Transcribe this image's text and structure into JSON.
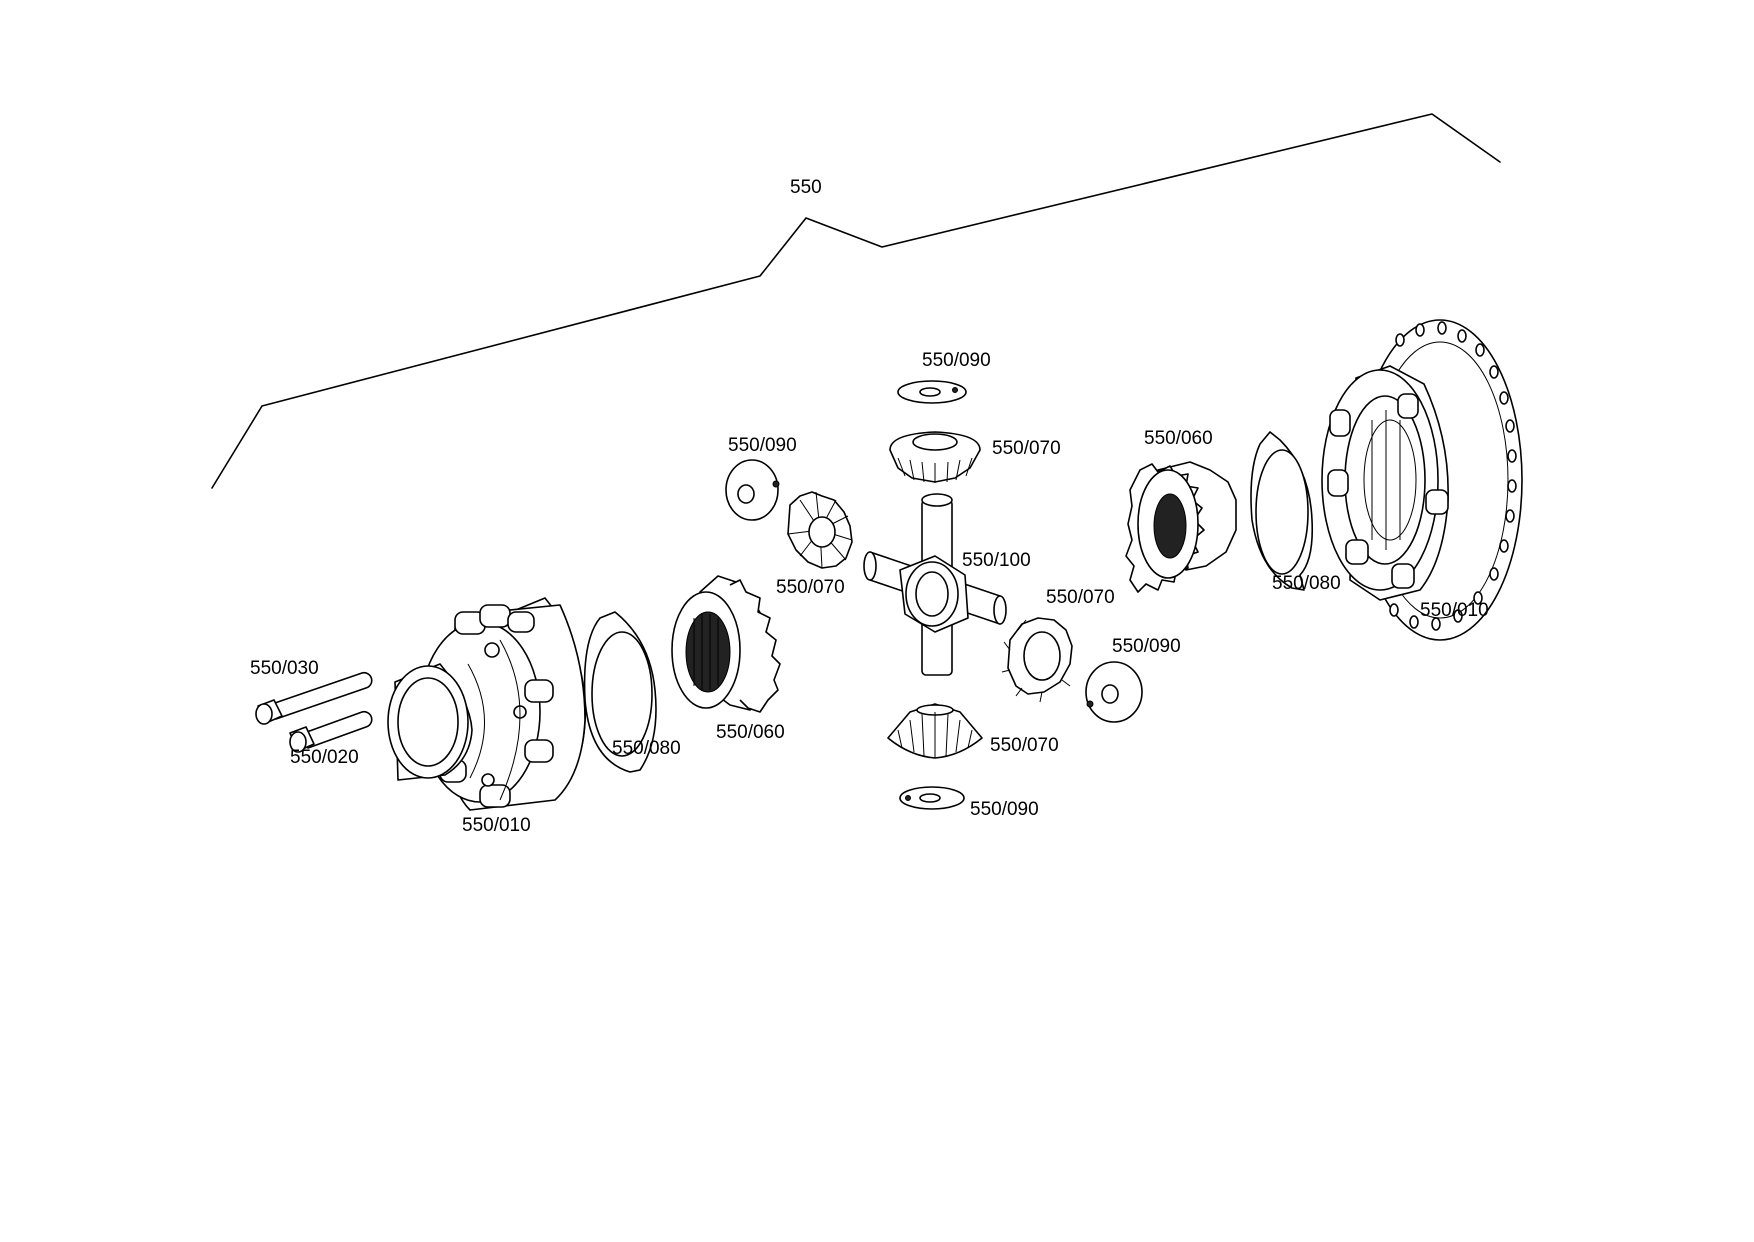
{
  "diagram": {
    "assembly_label": "550",
    "labels": {
      "screw_a": "550/030",
      "screw_b": "550/020",
      "housing_left": "550/010",
      "shim_left": "550/080",
      "side_gear_left": "550/060",
      "washer_upper_left": "550/090",
      "pinion_left": "550/070",
      "washer_top": "550/090",
      "pinion_top": "550/070",
      "spider": "550/100",
      "pinion_right": "550/070",
      "washer_right": "550/090",
      "pinion_bottom": "550/070",
      "washer_bottom": "550/090",
      "side_gear_right": "550/060",
      "shim_right": "550/080",
      "housing_right": "550/010"
    }
  }
}
